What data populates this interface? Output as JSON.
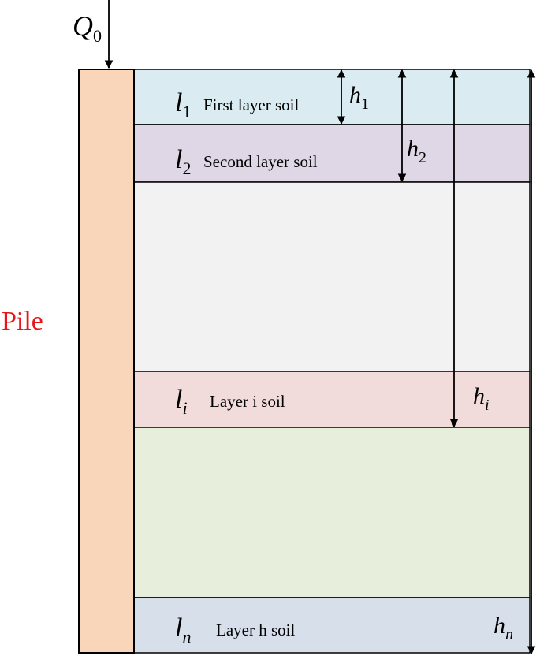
{
  "load": {
    "symbol": "Q",
    "subscript": "0"
  },
  "pile": {
    "label": "Pile"
  },
  "layers": [
    {
      "symbol": "l",
      "subscript": "1",
      "name": "First layer soil",
      "fill": "#daecf1"
    },
    {
      "symbol": "l",
      "subscript": "2",
      "name": "Second layer soil",
      "fill": "#dfd7e6"
    },
    {
      "symbol": "",
      "subscript": "",
      "name": "",
      "fill": "#f2f2f2"
    },
    {
      "symbol": "l",
      "subscript": "i",
      "name": "Layer i soil",
      "fill": "#f1dcdb"
    },
    {
      "symbol": "",
      "subscript": "",
      "name": "",
      "fill": "#e7efdc"
    },
    {
      "symbol": "l",
      "subscript": "n",
      "name": "Layer h soil",
      "fill": "#d6dfea"
    }
  ],
  "depths": [
    {
      "symbol": "h",
      "subscript": "1"
    },
    {
      "symbol": "h",
      "subscript": "2"
    },
    {
      "symbol": "h",
      "subscript": "i"
    },
    {
      "symbol": "h",
      "subscript": "n"
    }
  ],
  "colors": {
    "pile": "#f9d5b9",
    "pile_label": "#e8141b",
    "stroke": "#000000"
  }
}
